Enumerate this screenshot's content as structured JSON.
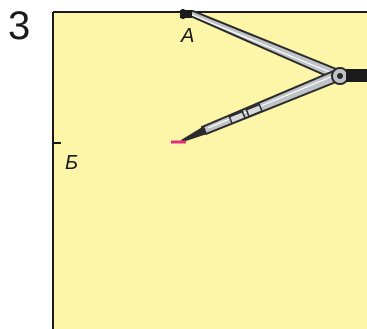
{
  "figure": {
    "number": "3",
    "point_a": "А",
    "point_b": "Б"
  },
  "colors": {
    "panel": "#fdf6a8",
    "line": "#1a1a1a",
    "compass_body": "#bfc3c8",
    "compass_outline": "#2a2a2a",
    "needle_tip": "#e0307a"
  },
  "icons": {
    "compass": "drawing-compass-icon"
  }
}
